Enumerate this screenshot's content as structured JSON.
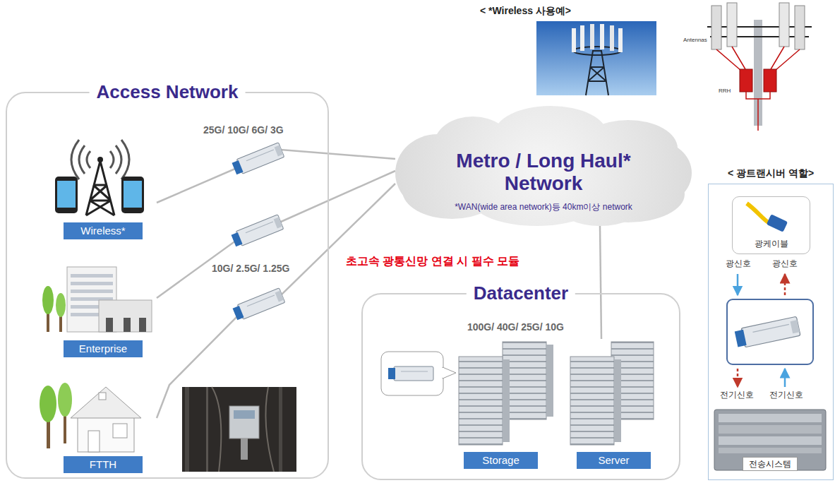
{
  "diagram": {
    "nodes": [
      {
        "text": [
          "Access Network"
        ]
      },
      {
        "text": [
          "Wireless*"
        ],
        "in": 0
      },
      {
        "text": [
          "Enterprise"
        ],
        "in": 0
      },
      {
        "text": [
          "FTTH"
        ],
        "in": 0
      },
      {
        "text": [
          "Metro / Long Haul* Network",
          "*WAN(wide area network)등 40km이상 network"
        ]
      },
      {
        "text": [
          "Datacenter"
        ]
      },
      {
        "text": [
          "Storage"
        ],
        "in": 5
      },
      {
        "text": [
          "Server"
        ],
        "in": 5
      },
      {
        "text": [
          "< 광트랜시버 역할>"
        ]
      },
      {
        "text": [
          "광케이블"
        ],
        "in": 8
      },
      {
        "text": [
          "전송시스템"
        ],
        "in": 8
      }
    ],
    "edges": [
      {
        "from": 1,
        "to": 4,
        "arrow": "none"
      },
      {
        "from": 2,
        "to": 4,
        "arrow": "none"
      },
      {
        "from": 3,
        "to": 4,
        "arrow": "none"
      },
      {
        "from": 4,
        "to": 7,
        "arrow": "none"
      }
    ],
    "labels": [
      "< *Wireless 사용예>",
      "Antennas",
      "RRH",
      "25G/ 10G/ 6G/ 3G",
      "10G/ 2.5G/ 1.25G",
      "초고속 광통신망 연결 시 필수 모듈",
      "100G/ 40G/ 25G/ 10G",
      "광신호",
      "광신호",
      "전기신호",
      "전기신호"
    ]
  }
}
